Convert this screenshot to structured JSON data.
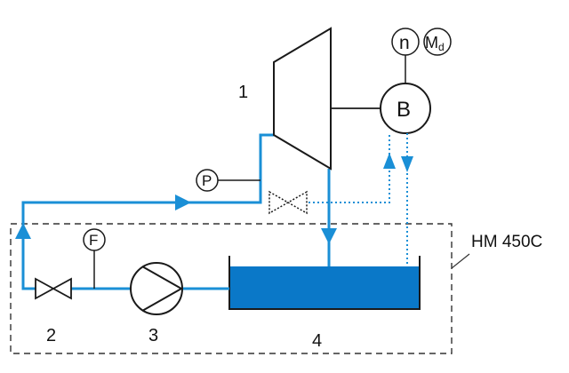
{
  "colors": {
    "pipe": "#1a8fd6",
    "tank_fill": "#0a78c8",
    "outline": "#1a1a1a",
    "dashed_box": "#333333"
  },
  "labels": {
    "turbine": "1",
    "valve": "2",
    "pump": "3",
    "tank": "4",
    "system": "HM 450C"
  },
  "instruments": {
    "pressure": "P",
    "flow": "F",
    "speed": "n",
    "torque_main": "M",
    "torque_sub": "d",
    "brake": "B"
  },
  "icons": [
    "valve-icon",
    "pump-icon",
    "turbine-icon",
    "brake-icon",
    "tank-icon",
    "flow-arrow-icon"
  ]
}
